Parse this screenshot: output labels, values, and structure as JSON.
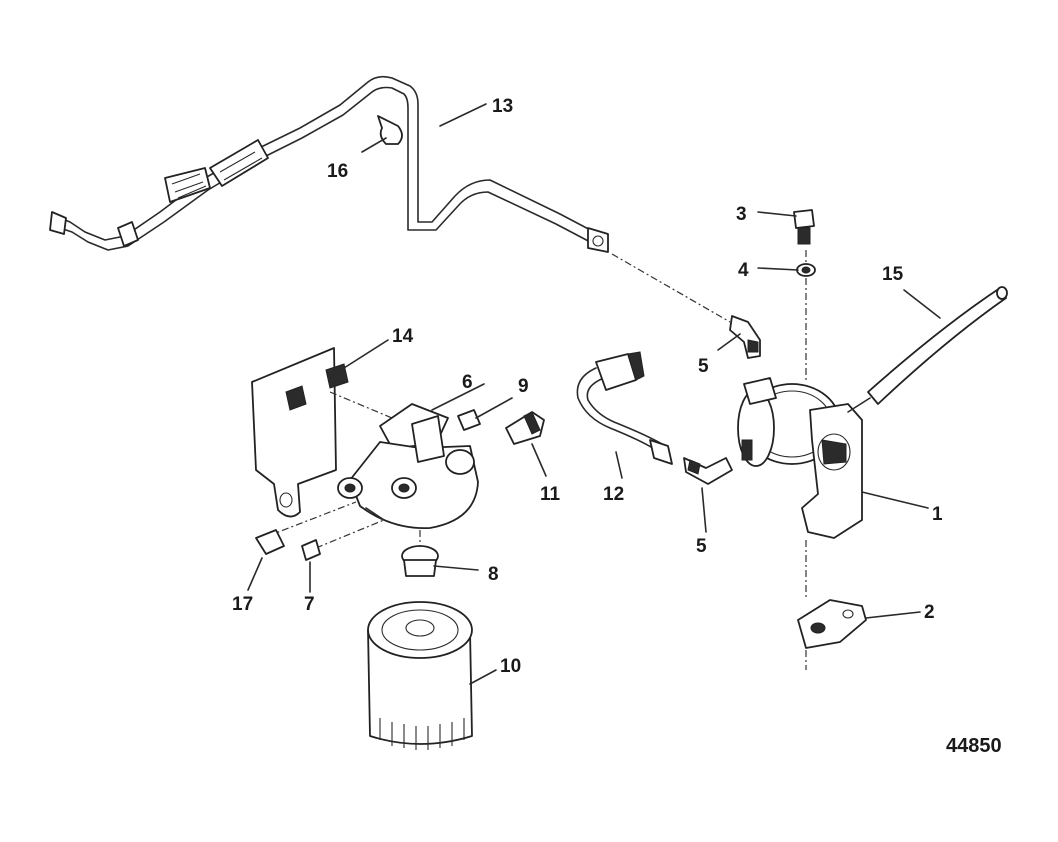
{
  "diagram": {
    "figure_number": "44850",
    "callouts": {
      "c1": "1",
      "c2": "2",
      "c3": "3",
      "c4": "4",
      "c5a": "5",
      "c5b": "5",
      "c6": "6",
      "c7": "7",
      "c8": "8",
      "c9": "9",
      "c10": "10",
      "c11": "11",
      "c12": "12",
      "c13": "13",
      "c14": "14",
      "c15": "15",
      "c16": "16",
      "c17": "17"
    }
  }
}
